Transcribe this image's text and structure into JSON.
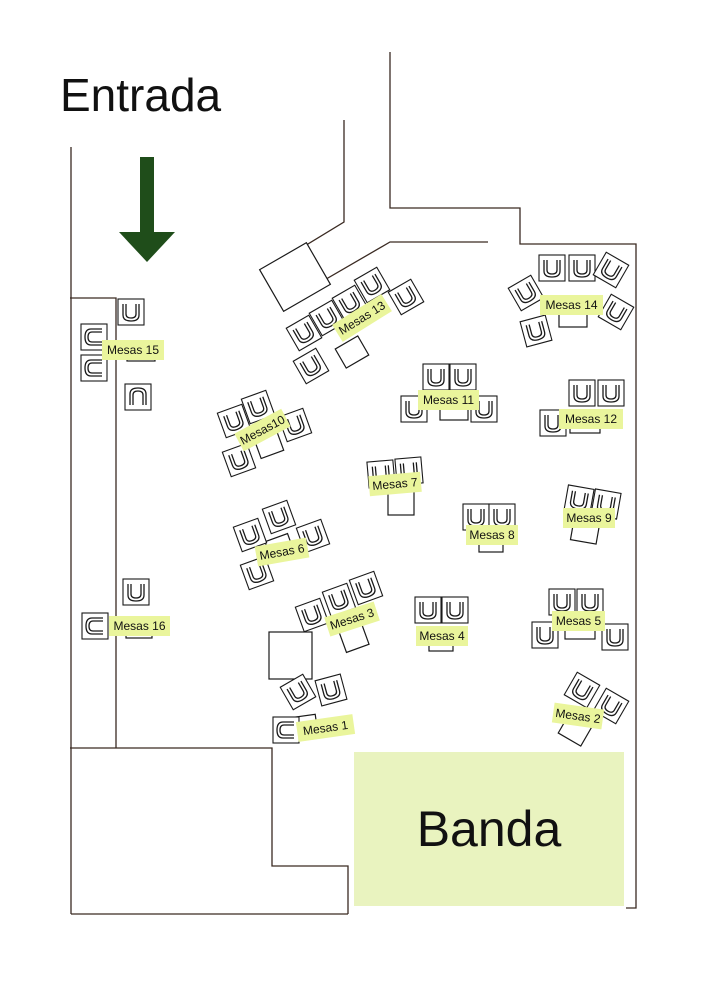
{
  "entrance": {
    "title": "Entrada",
    "arrow_color": "#1f4d1a",
    "arrow_icon": "arrow-down-icon"
  },
  "stage": {
    "label": "Banda",
    "color": "#e9f3bf"
  },
  "label_color": "#eaf59c",
  "tables": [
    {
      "id": "mesa-1",
      "label": "Mesas 1"
    },
    {
      "id": "mesa-2",
      "label": "Mesas 2"
    },
    {
      "id": "mesa-3",
      "label": "Mesas 3"
    },
    {
      "id": "mesa-4",
      "label": "Mesas 4"
    },
    {
      "id": "mesa-5",
      "label": "Mesas 5"
    },
    {
      "id": "mesa-6",
      "label": "Mesas 6"
    },
    {
      "id": "mesa-7",
      "label": "Mesas 7"
    },
    {
      "id": "mesa-8",
      "label": "Mesas 8"
    },
    {
      "id": "mesa-9",
      "label": "Mesas 9"
    },
    {
      "id": "mesa-10",
      "label": "Mesas10"
    },
    {
      "id": "mesa-11",
      "label": "Mesas 11"
    },
    {
      "id": "mesa-12",
      "label": "Mesas 12"
    },
    {
      "id": "mesa-13",
      "label": "Mesas 13"
    },
    {
      "id": "mesa-14",
      "label": "Mesas 14"
    },
    {
      "id": "mesa-15",
      "label": "Mesas 15"
    },
    {
      "id": "mesa-16",
      "label": "Mesas 16"
    }
  ]
}
